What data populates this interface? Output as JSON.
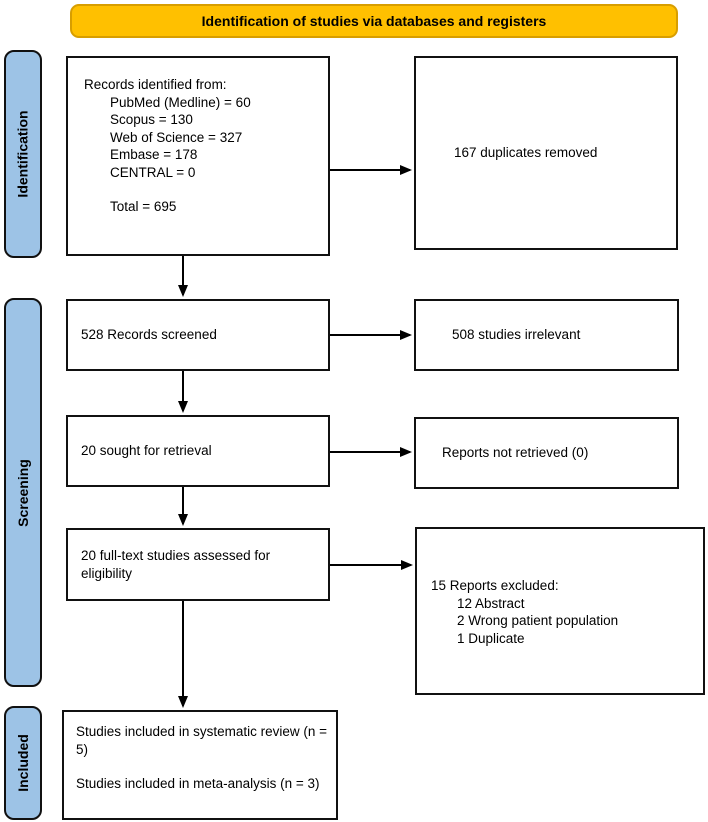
{
  "colors": {
    "banner_bg": "#FFC000",
    "banner_border": "#D89E00",
    "stage_bg": "#9DC3E6",
    "stage_border": "#111111",
    "box_border": "#111111",
    "text": "#000000",
    "background": "#FFFFFF"
  },
  "banner": {
    "title": "Identification of studies via databases and registers"
  },
  "stages": [
    {
      "id": "identification",
      "label": "Identification"
    },
    {
      "id": "screening",
      "label": "Screening"
    },
    {
      "id": "included",
      "label": "Included"
    }
  ],
  "boxes": {
    "records_identified": {
      "heading": "Records identified from:",
      "items": [
        "PubMed (Medline) = 60",
        "Scopus = 130",
        "Web of Science = 327",
        "Embase = 178",
        "CENTRAL = 0"
      ],
      "total": "Total = 695"
    },
    "duplicates_removed": {
      "text": "167 duplicates removed"
    },
    "records_screened": {
      "text": "528 Records screened"
    },
    "studies_irrelevant": {
      "text": "508 studies irrelevant"
    },
    "sought_for_retrieval": {
      "text": "20 sought for retrieval"
    },
    "reports_not_retrieved": {
      "text": "Reports not retrieved (0)"
    },
    "fulltext_assessed": {
      "text": "20 full-text studies assessed for eligibility"
    },
    "reports_excluded": {
      "heading": "15 Reports excluded:",
      "items": [
        "12 Abstract",
        "2 Wrong patient population",
        "1 Duplicate"
      ]
    },
    "included_studies": {
      "line1": "Studies included in systematic review (n = 5)",
      "line2": "Studies included in meta-analysis (n = 3)"
    }
  }
}
